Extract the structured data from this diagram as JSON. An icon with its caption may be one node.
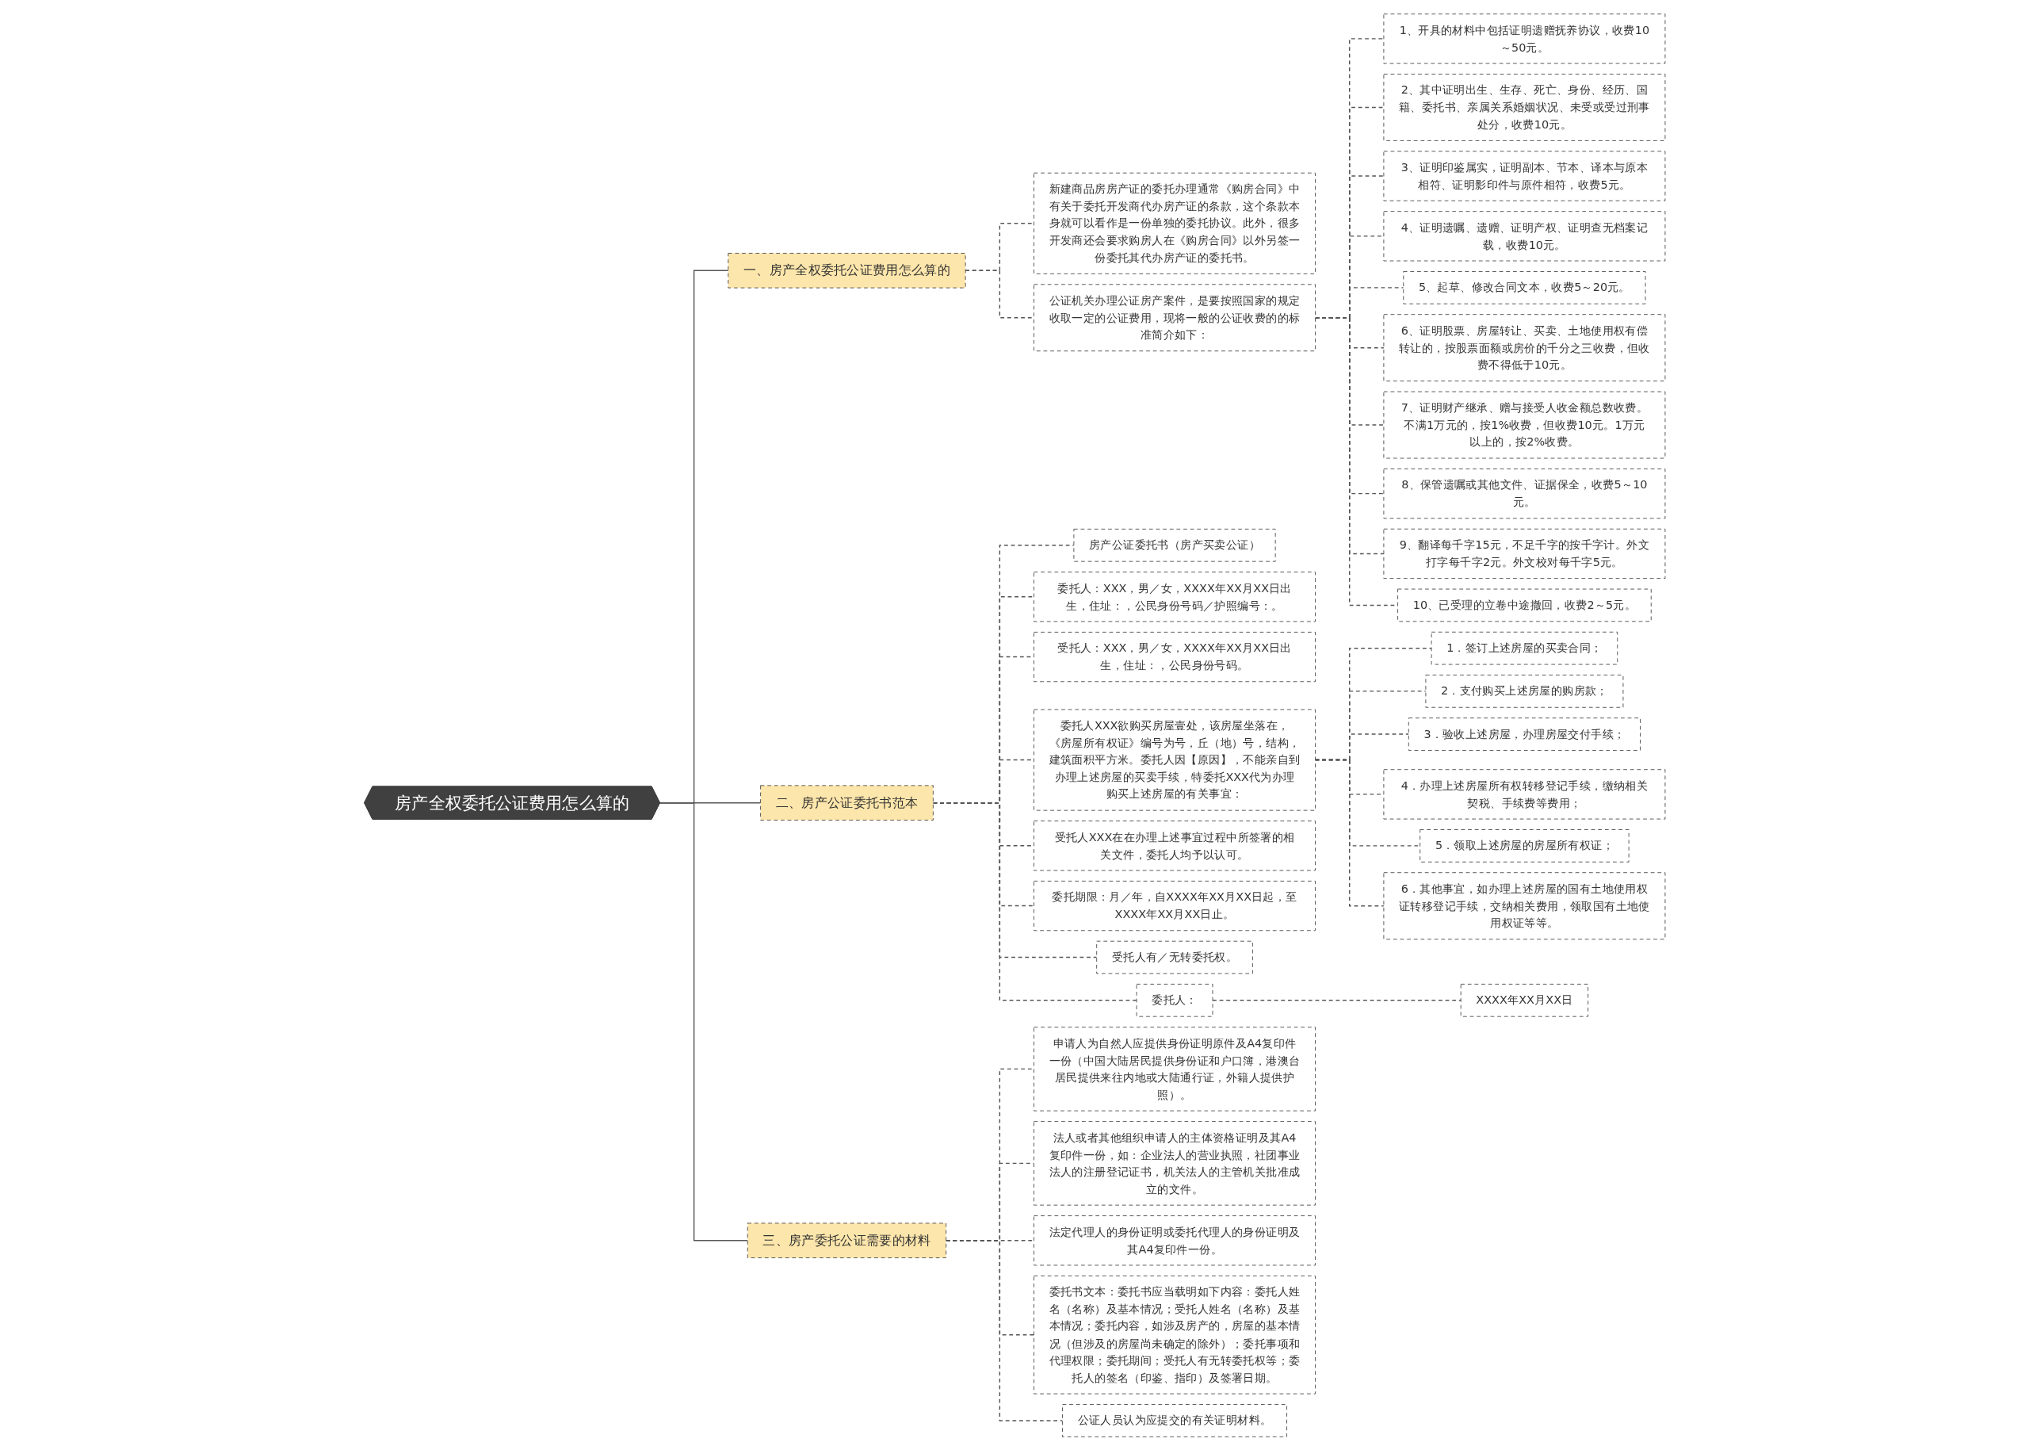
{
  "diagram": {
    "nodes": [
      {
        "text": [
          "房产全权委托公证费用怎么算的"
        ]
      },
      {
        "text": [
          "一、房产全权委托公证费用怎么算的"
        ]
      },
      {
        "text": [
          "新建商品房房产证的委托办理通常《购房合同》中有关于委托开发商代办房产证的条款，这个条款本身就可以看作是一份单独的委托协议。此外，很多开发商还会要求购房人在《购房合同》以外另签一份委托其代办房产证的委托书。"
        ]
      },
      {
        "text": [
          "公证机关办理公证房产案件，是要按照国家的规定收取一定的公证费用，现将一般的公证收费的的标准简介如下："
        ]
      },
      {
        "text": [
          "1、开具的材料中包括证明遗赠抚养协议，收费10～50元。"
        ]
      },
      {
        "text": [
          "2、其中证明出生、生存、死亡、身份、经历、国籍、委托书、亲属关系婚姻状况、未受或受过刑事处分，收费10元。"
        ]
      },
      {
        "text": [
          "3、证明印鉴属实，证明副本、节本、译本与原本相符、证明影印件与原件相符，收费5元。"
        ]
      },
      {
        "text": [
          "4、证明遗嘱、遗赠、证明产权、证明查无档案记载，收费10元。"
        ]
      },
      {
        "text": [
          "5、起草、修改合同文本，收费5～20元。"
        ]
      },
      {
        "text": [
          "6、证明股票、房屋转让、买卖、土地使用权有偿转让的，按股票面额或房价的千分之三收费，但收费不得低于10元。"
        ]
      },
      {
        "text": [
          "7、证明财产继承、赠与接受人收金额总数收费。不满1万元的，按1%收费，但收费10元。1万元以上的，按2%收费。"
        ]
      },
      {
        "text": [
          "8、保管遗嘱或其他文件、证据保全，收费5～10元。"
        ]
      },
      {
        "text": [
          "9、翻译每千字15元，不足千字的按千字计。外文打字每千字2元。外文校对每千字5元。"
        ]
      },
      {
        "text": [
          "10、已受理的立卷中途撤回，收费2～5元。"
        ]
      },
      {
        "text": [
          "二、房产公证委托书范本"
        ]
      },
      {
        "text": [
          "房产公证委托书（房产买卖公证）"
        ]
      },
      {
        "text": [
          "委托人：XXX，男／女，XXXX年XX月XX日出生，住址：，公民身份号码／护照编号：。"
        ]
      },
      {
        "text": [
          "受托人：XXX，男／女，XXXX年XX月XX日出生，住址：，公民身份号码。"
        ]
      },
      {
        "text": [
          "委托人XXX欲购买房屋壹处，该房屋坐落在，《房屋所有权证》编号为号，丘（地）号，结构，建筑面积平方米。委托人因【原因】，不能亲自到办理上述房屋的买卖手续，特委托XXX代为办理购买上述房屋的有关事宜："
        ]
      },
      {
        "text": [
          "1．签订上述房屋的买卖合同；"
        ]
      },
      {
        "text": [
          "2．支付购买上述房屋的购房款；"
        ]
      },
      {
        "text": [
          "3．验收上述房屋，办理房屋交付手续；"
        ]
      },
      {
        "text": [
          "4．办理上述房屋所有权转移登记手续，缴纳相关契税、手续费等费用；"
        ]
      },
      {
        "text": [
          "5．领取上述房屋的房屋所有权证；"
        ]
      },
      {
        "text": [
          "6．其他事宜，如办理上述房屋的国有土地使用权证转移登记手续，交纳相关费用，领取国有土地使用权证等等。"
        ]
      },
      {
        "text": [
          "受托人XXX在在办理上述事宜过程中所签署的相关文件，委托人均予以认可。"
        ]
      },
      {
        "text": [
          "委托期限：月／年，自XXXX年XX月XX日起，至XXXX年XX月XX日止。"
        ]
      },
      {
        "text": [
          "受托人有／无转委托权。"
        ]
      },
      {
        "text": [
          "委托人："
        ]
      },
      {
        "text": [
          "XXXX年XX月XX日"
        ]
      },
      {
        "text": [
          "三、房产委托公证需要的材料"
        ]
      },
      {
        "text": [
          "申请人为自然人应提供身份证明原件及A4复印件一份（中国大陆居民提供身份证和户口簿，港澳台居民提供来往内地或大陆通行证，外籍人提供护照）。"
        ]
      },
      {
        "text": [
          "法人或者其他组织申请人的主体资格证明及其A4复印件一份，如：企业法人的营业执照，社团事业法人的注册登记证书，机关法人的主管机关批准成立的文件。"
        ]
      },
      {
        "text": [
          "法定代理人的身份证明或委托代理人的身份证明及其A4复印件一份。"
        ]
      },
      {
        "text": [
          "委托书文本：委托书应当载明如下内容：委托人姓名（名称）及基本情况；受托人姓名（名称）及基本情况；委托内容，如涉及房产的，房屋的基本情况（但涉及的房屋尚未确定的除外）；委托事项和代理权限；委托期间；受托人有无转委托权等；委托人的签名（印鉴、指印）及签署日期。"
        ]
      },
      {
        "text": [
          "公证人员认为应提交的有关证明材料。"
        ]
      }
    ],
    "edges": [
      {
        "from": 0,
        "to": 1,
        "arrow": "none"
      },
      {
        "from": 1,
        "to": 2,
        "arrow": "none",
        "style": "dashed"
      },
      {
        "from": 1,
        "to": 3,
        "arrow": "none",
        "style": "dashed"
      },
      {
        "from": 3,
        "to": 4,
        "arrow": "none",
        "style": "dashed"
      },
      {
        "from": 3,
        "to": 5,
        "arrow": "none",
        "style": "dashed"
      },
      {
        "from": 3,
        "to": 6,
        "arrow": "none",
        "style": "dashed"
      },
      {
        "from": 3,
        "to": 7,
        "arrow": "none",
        "style": "dashed"
      },
      {
        "from": 3,
        "to": 8,
        "arrow": "none",
        "style": "dashed"
      },
      {
        "from": 3,
        "to": 9,
        "arrow": "none",
        "style": "dashed"
      },
      {
        "from": 3,
        "to": 10,
        "arrow": "none",
        "style": "dashed"
      },
      {
        "from": 3,
        "to": 11,
        "arrow": "none",
        "style": "dashed"
      },
      {
        "from": 3,
        "to": 12,
        "arrow": "none",
        "style": "dashed"
      },
      {
        "from": 3,
        "to": 13,
        "arrow": "none",
        "style": "dashed"
      },
      {
        "from": 0,
        "to": 14,
        "arrow": "none"
      },
      {
        "from": 14,
        "to": 15,
        "arrow": "none",
        "style": "dashed"
      },
      {
        "from": 14,
        "to": 16,
        "arrow": "none",
        "style": "dashed"
      },
      {
        "from": 14,
        "to": 17,
        "arrow": "none",
        "style": "dashed"
      },
      {
        "from": 14,
        "to": 18,
        "arrow": "none",
        "style": "dashed"
      },
      {
        "from": 18,
        "to": 19,
        "arrow": "none",
        "style": "dashed"
      },
      {
        "from": 18,
        "to": 20,
        "arrow": "none",
        "style": "dashed"
      },
      {
        "from": 18,
        "to": 21,
        "arrow": "none",
        "style": "dashed"
      },
      {
        "from": 18,
        "to": 22,
        "arrow": "none",
        "style": "dashed"
      },
      {
        "from": 18,
        "to": 23,
        "arrow": "none",
        "style": "dashed"
      },
      {
        "from": 18,
        "to": 24,
        "arrow": "none",
        "style": "dashed"
      },
      {
        "from": 14,
        "to": 25,
        "arrow": "none",
        "style": "dashed"
      },
      {
        "from": 14,
        "to": 26,
        "arrow": "none",
        "style": "dashed"
      },
      {
        "from": 14,
        "to": 27,
        "arrow": "none",
        "style": "dashed"
      },
      {
        "from": 14,
        "to": 28,
        "arrow": "none",
        "style": "dashed"
      },
      {
        "from": 28,
        "to": 29,
        "arrow": "none",
        "style": "dashed"
      },
      {
        "from": 0,
        "to": 30,
        "arrow": "none"
      },
      {
        "from": 30,
        "to": 31,
        "arrow": "none",
        "style": "dashed"
      },
      {
        "from": 30,
        "to": 32,
        "arrow": "none",
        "style": "dashed"
      },
      {
        "from": 30,
        "to": 33,
        "arrow": "none",
        "style": "dashed"
      },
      {
        "from": 30,
        "to": 34,
        "arrow": "none",
        "style": "dashed"
      },
      {
        "from": 30,
        "to": 35,
        "arrow": "none",
        "style": "dashed"
      }
    ]
  }
}
